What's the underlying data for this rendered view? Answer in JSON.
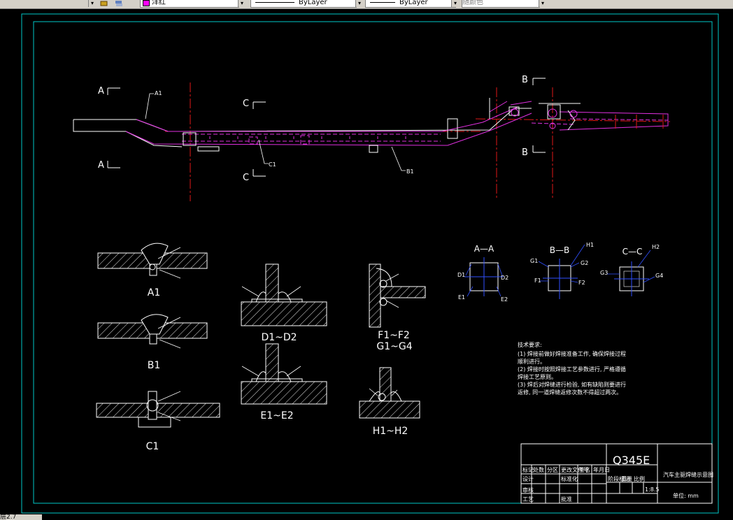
{
  "toolbar": {
    "color_label": "洋红",
    "linetype_label": "ByLayer",
    "lineweight_label": "ByLayer",
    "plotstyle_label": "随颜色"
  },
  "status": {
    "coords": "层2.7"
  },
  "drawing": {
    "section_marks": {
      "a_top": "A",
      "a_bottom": "A",
      "b_top": "B",
      "b_bottom": "B",
      "c_top": "C",
      "c_bottom": "C"
    },
    "leaders": {
      "a1": "A1",
      "b1": "B1",
      "c1": "C1"
    },
    "section_titles": {
      "aa": "A—A",
      "bb": "B—B",
      "cc": "C—C"
    },
    "section_labels": {
      "d1": "D1",
      "d2": "D2",
      "e1": "E1",
      "e2": "E2",
      "g1": "G1",
      "g2": "G2",
      "f1": "F1",
      "f2": "F2",
      "h1": "H1",
      "h2": "H2",
      "g3": "G3",
      "g4": "G4"
    },
    "detail_labels": {
      "a1": "A1",
      "b1": "B1",
      "c1": "C1",
      "d1d2": "D1~D2",
      "e1e2": "E1~E2",
      "f1f2": "F1~F2",
      "g1g4": "G1~G4",
      "h1h2": "H1~H2"
    },
    "tech_req": {
      "title": "技术要求:",
      "lines": [
        "(1) 焊接前做好焊接准备工作, 确保焊接过程",
        "顺利进行。",
        "(2) 焊接时按照焊接工艺参数进行, 严格遵循",
        "焊接工艺原则。",
        "(3) 焊后对焊缝进行检验, 如有缺陷则要进行",
        "返修, 同一道焊缝返修次数不得超过两次。"
      ]
    },
    "title_block": {
      "material": "Q345E",
      "drawing_name": "汽车主驱焊缝示意图",
      "unit": "单位: mm",
      "scale": "1:8.5",
      "row_labels": [
        "标记",
        "处数",
        "分区",
        "更改文件号",
        "签名",
        "年月日"
      ],
      "designer": "设计",
      "standard": "标准化",
      "stage": "阶段标记",
      "weight": "重量",
      "ratio": "比例",
      "review": "审核",
      "process": "工艺",
      "approve": "批准"
    }
  },
  "colors": {
    "background": "#000000",
    "frame": "#00c8c8",
    "part": "#e030e0",
    "center_line": "#e01818",
    "geometry": "#ffffff",
    "section": "#3050ff",
    "toolbar": "#d4d0c8"
  }
}
